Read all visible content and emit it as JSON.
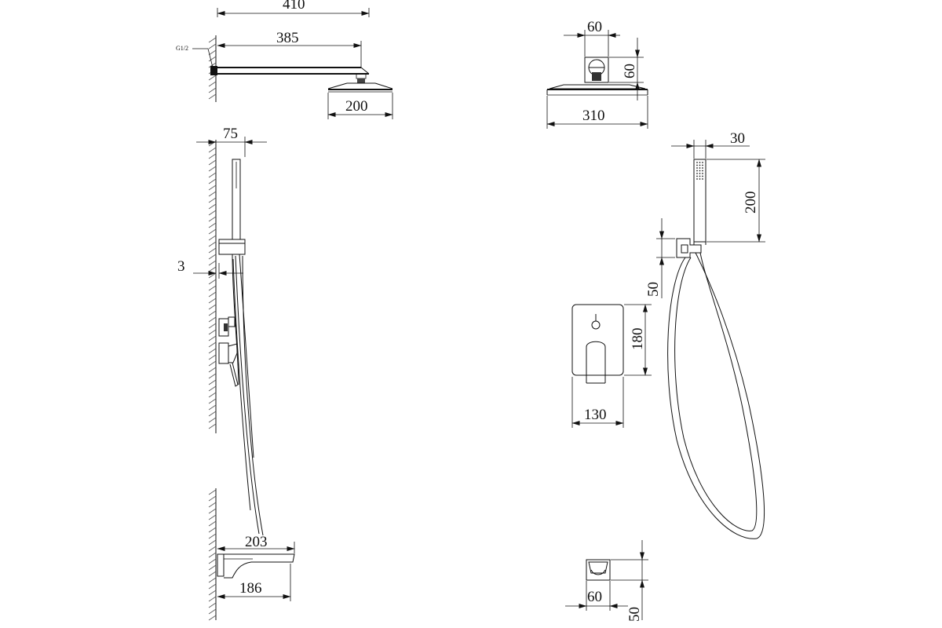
{
  "drawing": {
    "thread_label": "G1/2",
    "shower_arm": {
      "total_length": "410",
      "arm_length": "385",
      "head_diameter": "200"
    },
    "head_top_view": {
      "connector_width": "60",
      "connector_height": "60",
      "head_width": "310"
    },
    "hand_shower_side": {
      "projection": "75",
      "wall_gap": "3"
    },
    "hand_shower_front": {
      "handle_width": "30",
      "handle_length": "200",
      "holder_height": "50"
    },
    "mixer_plate": {
      "height": "180",
      "width": "130"
    },
    "spout_side": {
      "spout_length": "203",
      "spout_body": "186"
    },
    "spout_front": {
      "width": "60",
      "height": "50"
    }
  }
}
